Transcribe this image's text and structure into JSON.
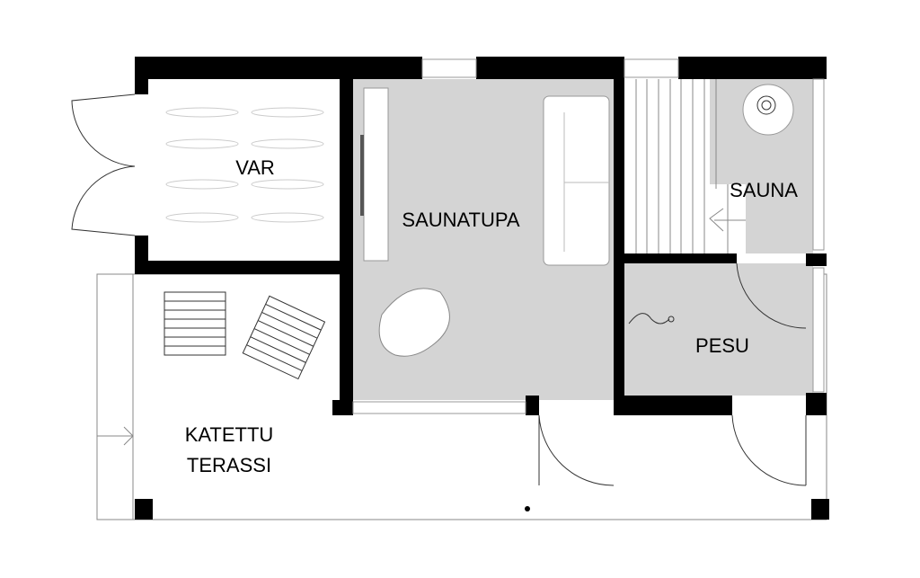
{
  "rooms": {
    "var": "VAR",
    "saunatupa": "SAUNATUPA",
    "sauna": "SAUNA",
    "pesu": "PESU",
    "terrace_line1": "KATETTU",
    "terrace_line2": "TERASSI"
  },
  "colors": {
    "wall": "#000000",
    "floor": "#d4d4d4",
    "background": "#ffffff"
  }
}
